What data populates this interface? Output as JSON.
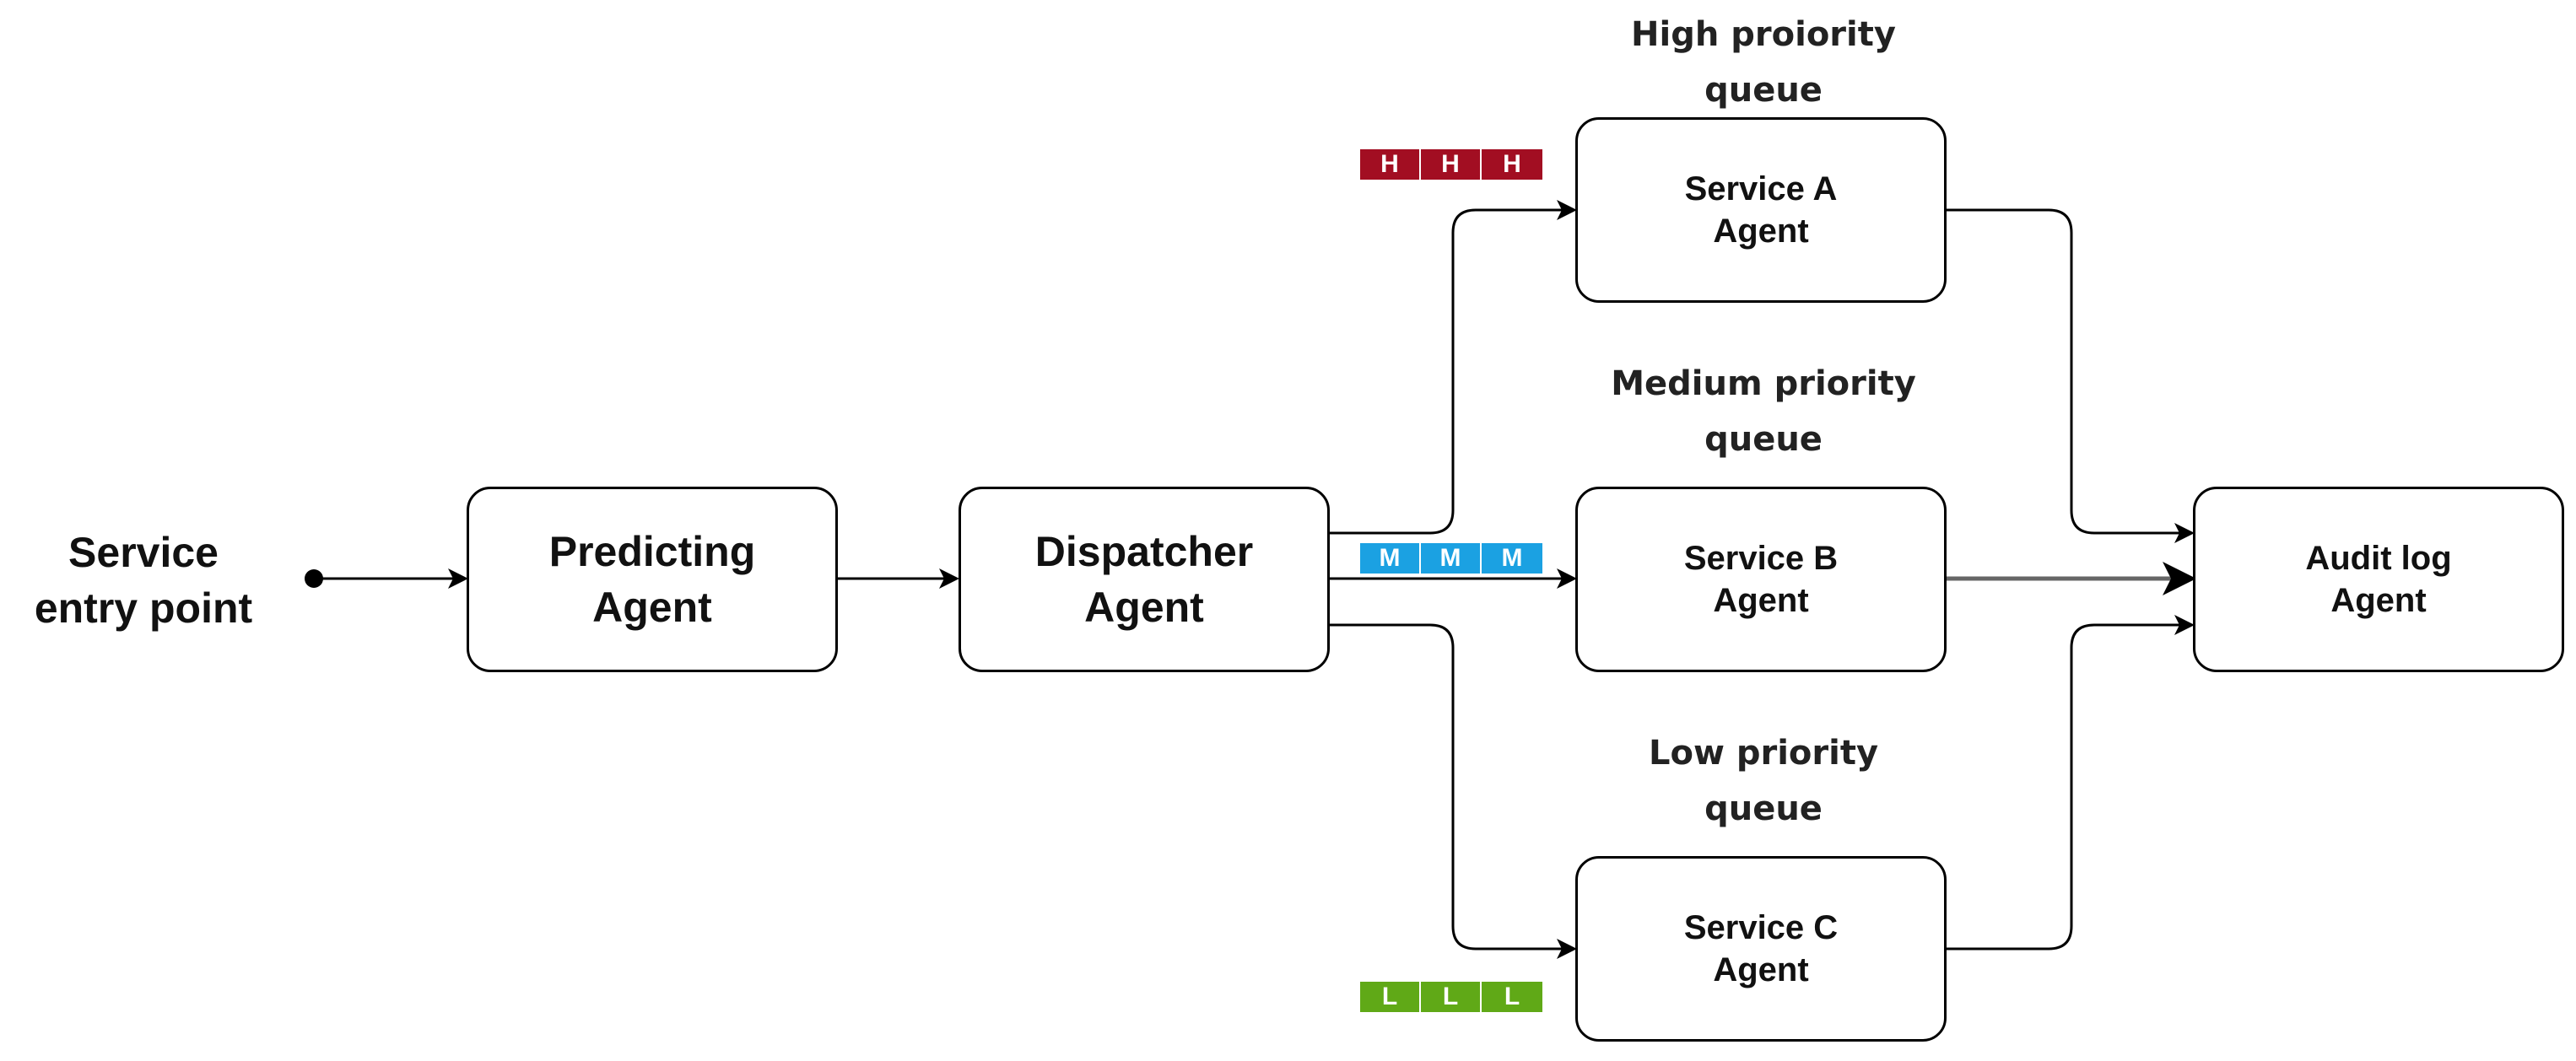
{
  "entry": {
    "label_line1": "Service",
    "label_line2": "entry point"
  },
  "nodes": {
    "predicting": {
      "line1": "Predicting",
      "line2": "Agent"
    },
    "dispatcher": {
      "line1": "Dispatcher",
      "line2": "Agent"
    },
    "service_a": {
      "line1": "Service A",
      "line2": "Agent"
    },
    "service_b": {
      "line1": "Service B",
      "line2": "Agent"
    },
    "service_c": {
      "line1": "Service C",
      "line2": "Agent"
    },
    "audit": {
      "line1": "Audit log",
      "line2": "Agent"
    }
  },
  "queue_labels": {
    "high": {
      "line1": "High proiority",
      "line2": "queue"
    },
    "medium": {
      "line1": "Medium priority",
      "line2": "queue"
    },
    "low": {
      "line1": "Low priority",
      "line2": "queue"
    }
  },
  "queues": {
    "high": {
      "items": [
        "H",
        "H",
        "H"
      ],
      "color": "#a20e22"
    },
    "medium": {
      "items": [
        "M",
        "M",
        "M"
      ],
      "color": "#1ba1e2"
    },
    "low": {
      "items": [
        "L",
        "L",
        "L"
      ],
      "color": "#60a917"
    }
  },
  "colors": {
    "line": "#000000",
    "line_gray": "#666666"
  }
}
